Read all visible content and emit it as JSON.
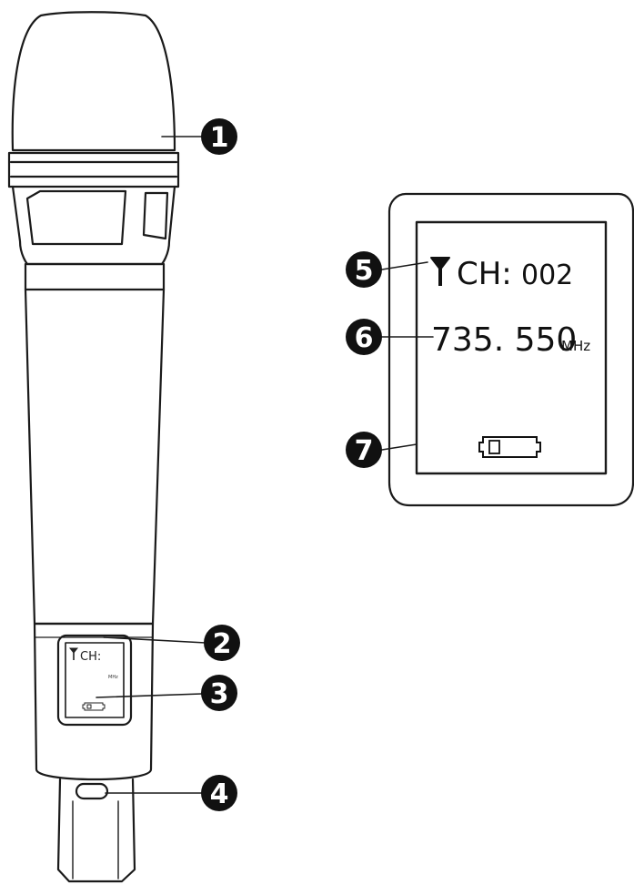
{
  "callouts": [
    {
      "id": 1,
      "label": "1"
    },
    {
      "id": 2,
      "label": "2"
    },
    {
      "id": 3,
      "label": "3"
    },
    {
      "id": 4,
      "label": "4"
    },
    {
      "id": 5,
      "label": "5"
    },
    {
      "id": 6,
      "label": "6"
    },
    {
      "id": 7,
      "label": "7"
    }
  ],
  "display": {
    "channel_label": "CH:",
    "channel_value": "002",
    "frequency": "735. 550",
    "frequency_unit": "MHz",
    "icons": {
      "antenna": "antenna-icon",
      "battery": "battery-icon"
    }
  },
  "mini_display": {
    "channel_label": "CH:",
    "frequency_unit": "MHz"
  },
  "colors": {
    "outline": "#1a1a1a",
    "callout_fill": "#111111",
    "background": "#ffffff"
  }
}
